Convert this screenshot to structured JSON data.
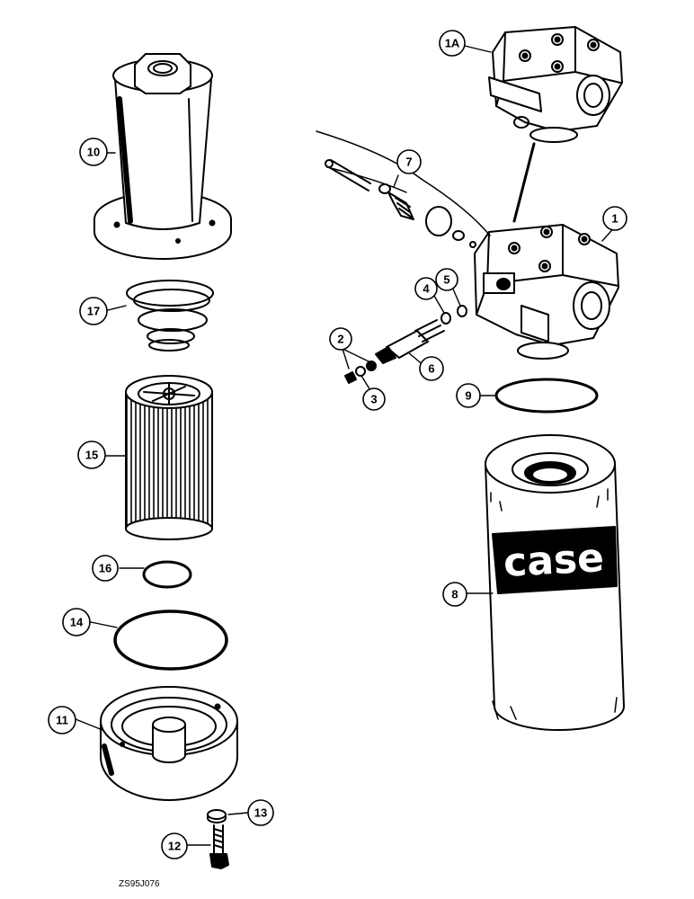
{
  "figure_code": "ZS95J076",
  "brand_logo_text": "case",
  "callouts": [
    {
      "id": "c-1a",
      "label": "1A"
    },
    {
      "id": "c-1",
      "label": "1"
    },
    {
      "id": "c-2",
      "label": "2"
    },
    {
      "id": "c-3",
      "label": "3"
    },
    {
      "id": "c-4",
      "label": "4"
    },
    {
      "id": "c-5",
      "label": "5"
    },
    {
      "id": "c-6",
      "label": "6"
    },
    {
      "id": "c-7",
      "label": "7"
    },
    {
      "id": "c-8",
      "label": "8"
    },
    {
      "id": "c-9",
      "label": "9"
    },
    {
      "id": "c-10",
      "label": "10"
    },
    {
      "id": "c-11",
      "label": "11"
    },
    {
      "id": "c-12",
      "label": "12"
    },
    {
      "id": "c-13",
      "label": "13"
    },
    {
      "id": "c-14",
      "label": "14"
    },
    {
      "id": "c-15",
      "label": "15"
    },
    {
      "id": "c-16",
      "label": "16"
    },
    {
      "id": "c-17",
      "label": "17"
    }
  ]
}
